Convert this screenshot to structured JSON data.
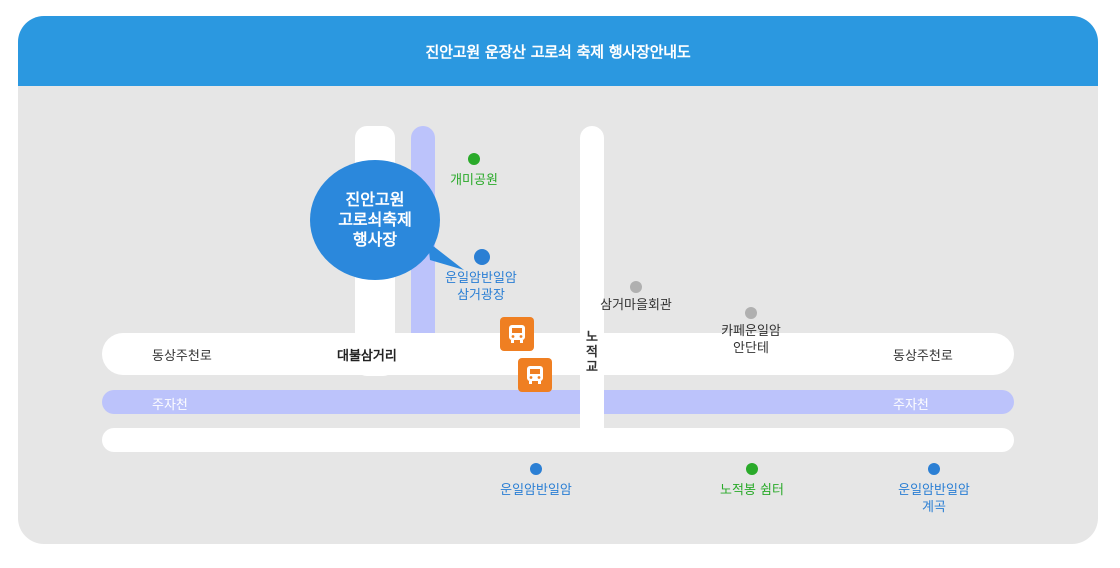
{
  "title": "진안고원 운장산 고로쇠 축제 행사장안내도",
  "colors": {
    "header": "#2b98e0",
    "background": "#e6e6e6",
    "road": "#ffffff",
    "stream": "#bcc3fb",
    "bus_stop": "#ef7f22",
    "green_marker": "#2aaa2a",
    "blue_marker": "#2b7fd4",
    "grey_marker": "#b0b0b0"
  },
  "venue_bubble": {
    "line1": "진안고원",
    "line2": "고로쇠축제",
    "line3": "행사장"
  },
  "roads": {
    "main_left": "동상주천로",
    "main_right": "동상주천로",
    "junction": "대불삼거리",
    "bridge": [
      "노",
      "적",
      "교"
    ]
  },
  "stream": {
    "left": "주자천",
    "right": "주자천"
  },
  "landmarks": {
    "gaemi_park": "개미공원",
    "unilam_square": [
      "운일암반일암",
      "삼거광장"
    ],
    "samgeo_hall": "삼거마을회관",
    "cafe": [
      "카페운일암",
      "안단테"
    ],
    "unilam": "운일암반일암",
    "nojeokbong": "노적봉 쉼터",
    "valley": [
      "운일암반일암",
      "계곡"
    ]
  },
  "icons": [
    "bus-stop-icon",
    "bus-stop-icon"
  ]
}
